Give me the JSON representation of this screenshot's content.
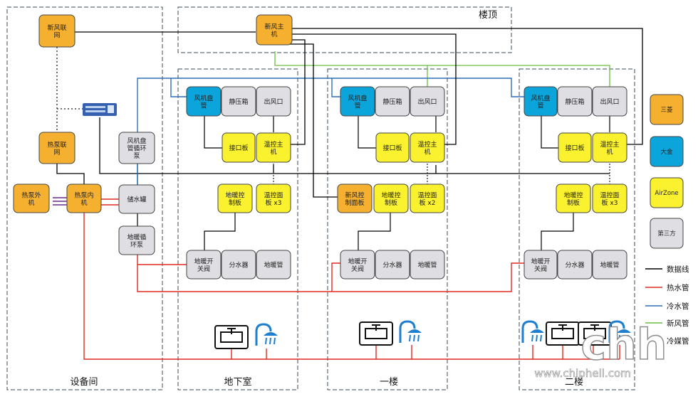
{
  "zones": {
    "equipment_room": "设备间",
    "roof": "楼顶",
    "basement": "地下室",
    "first_floor": "一楼",
    "second_floor": "二楼"
  },
  "nodes": {
    "fresh_air_gateway": "新风联\n网",
    "fresh_air_main": "新风主\n机",
    "heat_pump_gateway": "热泵联\n网",
    "heat_pump_outdoor": "热泵外\n机",
    "heat_pump_indoor": "热泵内\n机",
    "storage_tank": "储水罐",
    "fcu_pump": "风机盘\n管循环\n泵",
    "floor_pump": "地暖循\n环泵",
    "fcu": "风机盘\n管",
    "static_box": "静压箱",
    "air_outlet": "出风口",
    "interface_board": "接口板",
    "thermostat_main": "温控主\n机",
    "floor_ctrl": "地暖控\n制板",
    "temp_panel_x3": "温控面\n板 x3",
    "temp_panel_x2": "温控面\n板 x2",
    "fresh_air_panel": "新风控\n制面板",
    "floor_switch_valve": "地暖开\n关阀",
    "manifold": "分水器",
    "floor_pipe": "地暖管"
  },
  "legend": {
    "brands": [
      "三菱",
      "大金",
      "AirZone",
      "第三方"
    ],
    "lines": [
      "数据线",
      "热水管",
      "冷水管",
      "新风管",
      "冷媒管"
    ]
  },
  "watermark": {
    "url": "www.chiphell.com",
    "logo": "chh"
  },
  "colors": {
    "mitsubishi": "#f5b030",
    "daikin": "#0ba5dc",
    "airzone": "#fbf22f",
    "third_party": "#dedee3",
    "data_line": "#000000",
    "hot_water": "#e02a24",
    "cold_water": "#2e6fb5",
    "fresh_air": "#6dbe45",
    "refrigerant": "#6a2b8a"
  }
}
